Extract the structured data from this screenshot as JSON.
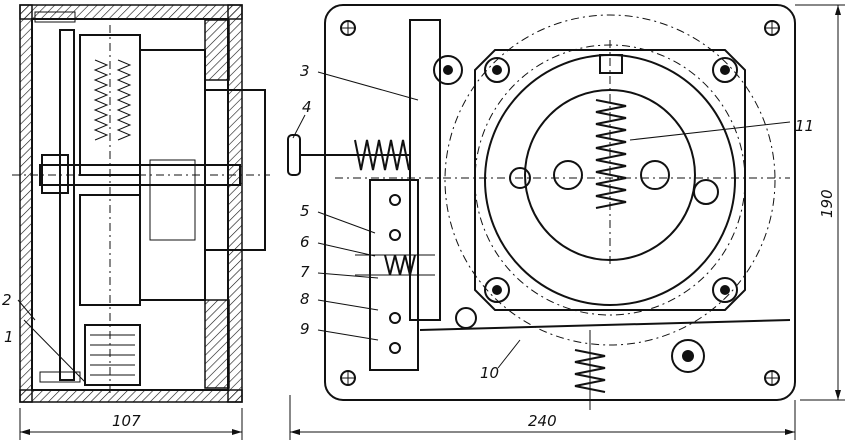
{
  "labels": {
    "l1": "1",
    "l2": "2",
    "l3": "3",
    "l4": "4",
    "l5": "5",
    "l6": "6",
    "l7": "7",
    "l8": "8",
    "l9": "9",
    "l10": "10",
    "l11": "11"
  },
  "dimensions": {
    "side_width": "107",
    "front_width": "240",
    "front_height": "190"
  }
}
